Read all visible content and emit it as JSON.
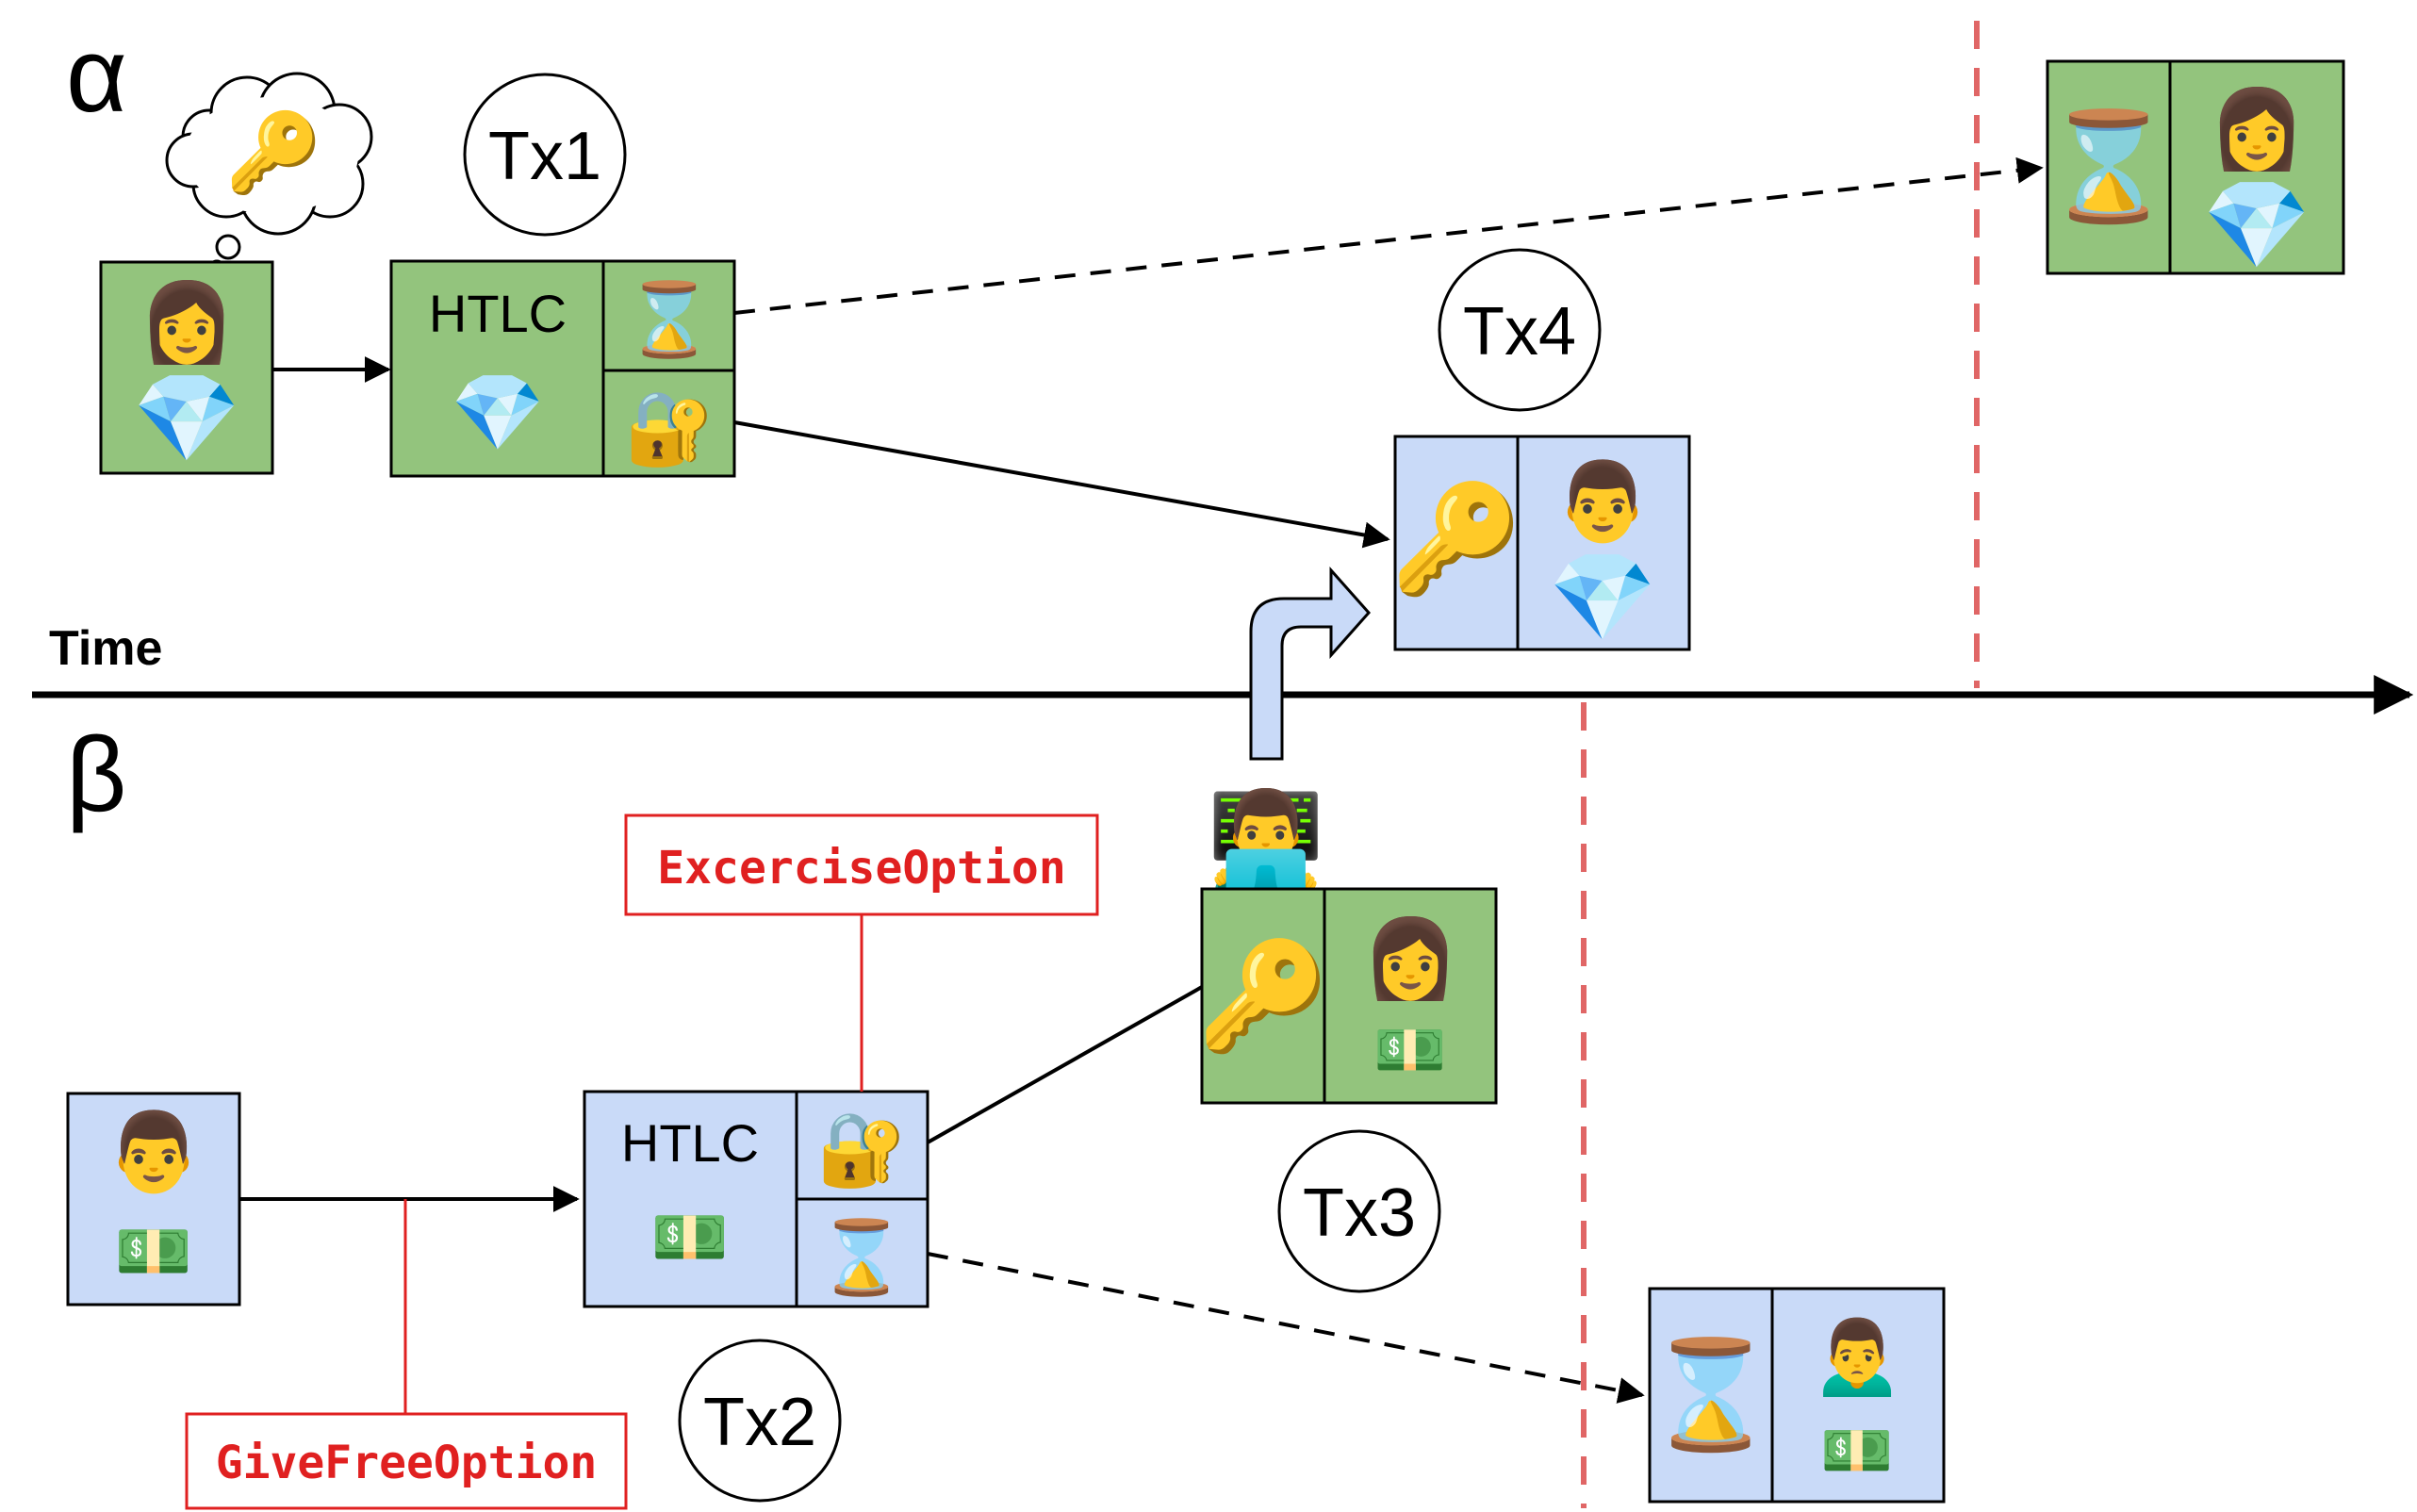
{
  "diagram": {
    "chain_alpha": "α",
    "chain_beta": "β",
    "time_label": "Time",
    "tx_labels": [
      "Tx1",
      "Tx2",
      "Tx3",
      "Tx4"
    ],
    "htlc_label": "HTLC",
    "annotations": {
      "give_free_option": "GiveFreeOption",
      "exercise_option": "ExcerciseOption"
    },
    "icons": {
      "woman": "👩",
      "man": "👨",
      "man_laptop": "👨‍💻",
      "man_frowning": "🙍‍♂️",
      "diamond": "💎",
      "money": "💵",
      "key": "🔑",
      "hourglass": "⌛",
      "lock_key": "🔐"
    },
    "colors": {
      "green_fill": "#93c47d",
      "blue_fill": "#c9daf8",
      "red_annotation": "#e02020",
      "deadline_line": "#e06666",
      "arrow": "#000000"
    }
  }
}
